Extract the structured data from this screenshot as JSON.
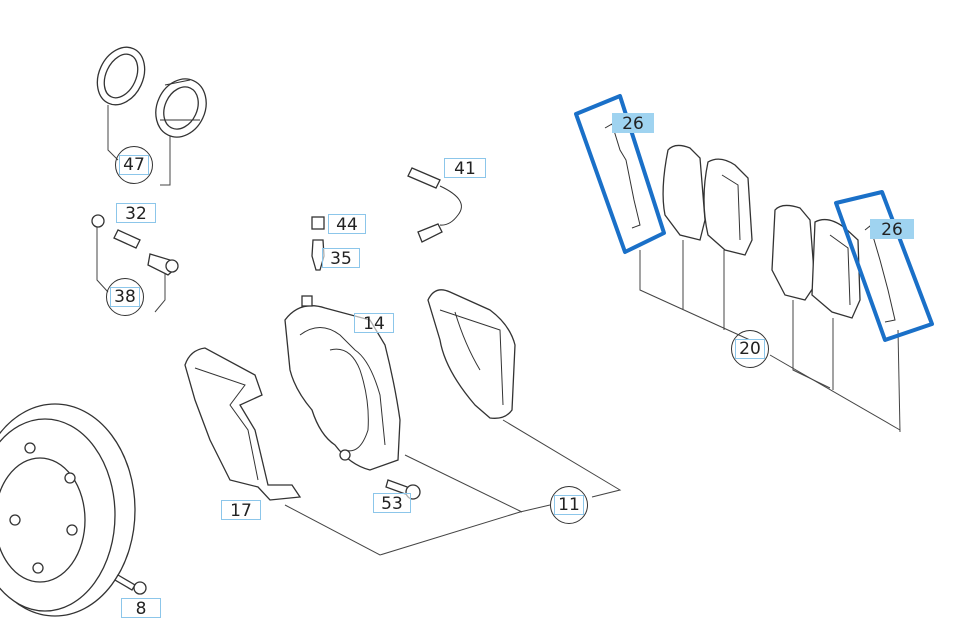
{
  "labels": {
    "p47": "47",
    "p32": "32",
    "p38": "38",
    "p41": "41",
    "p44": "44",
    "p35": "35",
    "p14": "14",
    "p26a": "26",
    "p26b": "26",
    "p20": "20",
    "p17": "17",
    "p53": "53",
    "p11": "11",
    "p8": "8"
  },
  "colors": {
    "highlight_box": "#1a70c8",
    "highlight_label": "#9fd3f0",
    "label_border": "#8cc6ea"
  }
}
